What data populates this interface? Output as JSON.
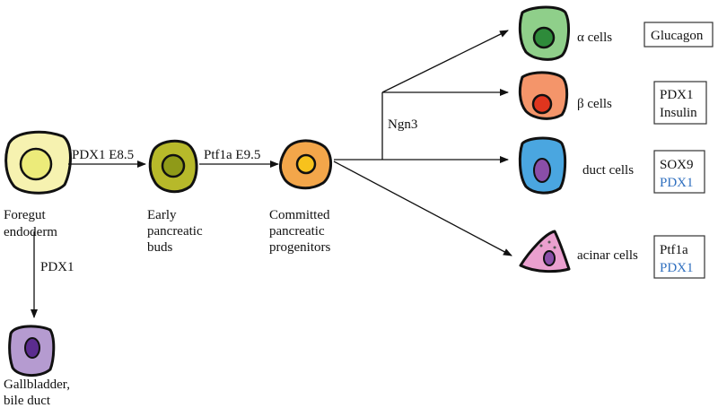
{
  "nodes": {
    "foregut": {
      "label_line1": "Foregut",
      "label_line2": "endoderm"
    },
    "buds": {
      "label_line1": "Early",
      "label_line2": "pancreatic",
      "label_line3": "buds"
    },
    "progenitors": {
      "label_line1": "Committed",
      "label_line2": "pancreatic",
      "label_line3": "progenitors"
    },
    "gallbladder": {
      "label_line1": "Gallbladder,",
      "label_line2": "bile duct"
    },
    "alpha": {
      "label": "α cells"
    },
    "beta": {
      "label": "β cells"
    },
    "duct": {
      "label": "duct cells"
    },
    "acinar": {
      "label": "acinar cells"
    }
  },
  "edges": {
    "foregut_to_buds": "PDX1 E8.5",
    "buds_to_progenitors": "Ptf1a E9.5",
    "foregut_to_gallbladder": "PDX1",
    "endocrine_factor": "Ngn3"
  },
  "markers": {
    "alpha": [
      "Glucagon"
    ],
    "beta": [
      "PDX1",
      "Insulin"
    ],
    "duct": [
      "SOX9",
      "PDX1"
    ],
    "acinar": [
      "Ptf1a",
      "PDX1"
    ]
  },
  "colors": {
    "foregut": "#f6f2b0",
    "buds": "#b7b92a",
    "progenitors": "#f3a64a",
    "gallbladder": "#b59bd0",
    "alpha": "#8fcf8a",
    "beta": "#f4956a",
    "duct": "#4aa6e0",
    "acinar": "#eaa0cf",
    "marker_blue": "#2f6fbf"
  }
}
